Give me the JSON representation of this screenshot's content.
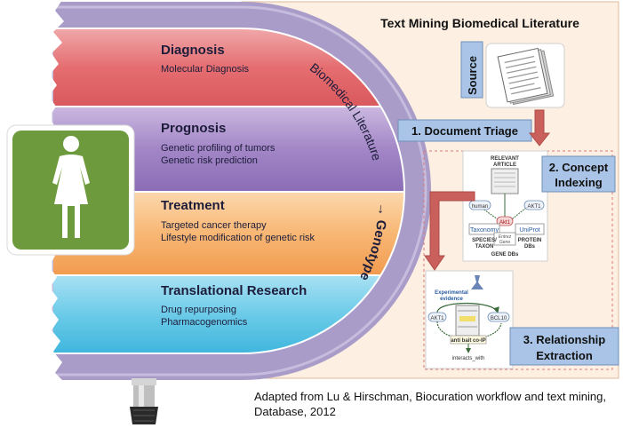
{
  "title": "Text Mining Biomedical Literature",
  "arc_labels": {
    "literature": "Biomedical Literature",
    "arrow": "→",
    "genotype": "Genotype"
  },
  "bands": [
    {
      "heading": "Diagnosis",
      "lines": [
        "Molecular Diagnosis"
      ],
      "color": "#e36b6e"
    },
    {
      "heading": "Prognosis",
      "lines": [
        "Genetic profiling of tumors",
        "Genetic risk prediction"
      ],
      "color": "#9c7fc0"
    },
    {
      "heading": "Treatment",
      "lines": [
        "Targeted cancer therapy",
        "Lifestyle modification of genetic risk"
      ],
      "color": "#f7b06a"
    },
    {
      "heading": "Translational Research",
      "lines": [
        "Drug repurposing",
        "Pharmacogenomics"
      ],
      "color": "#5cc4e4"
    }
  ],
  "workflow": {
    "source_label": "Source",
    "step1": "1. Document Triage",
    "step2_line1": "2. Concept",
    "step2_line2": "Indexing",
    "step3_line1": "3. Relationship",
    "step3_line2": "Extraction"
  },
  "indexing_figure": {
    "header_line1": "RELEVANT",
    "header_line2": "ARTICLE",
    "node_human": "human",
    "node_akt1": "AKT1",
    "node_akt1_center": "Akt1",
    "taxonomy": "Taxonomy",
    "uniprot": "UniProt",
    "entrez_line1": "Entrez",
    "entrez_line2": "Gene",
    "species_line1": "SPECIES/",
    "species_line2": "TAXON",
    "protein_line1": "PROTEIN",
    "protein_line2": "DBs",
    "gene_dbs": "GENE DBs"
  },
  "relationship_figure": {
    "evidence_line1": "Experimental",
    "evidence_line2": "evidence",
    "node_akt1": "AKT1",
    "node_bcl10": "BCL10",
    "method": "anti bait co-IP",
    "relation": "interacts_with"
  },
  "caption_line1": "Adapted from Lu & Hirschman, Biocuration workflow and text mining,",
  "caption_line2": "Database, 2012",
  "colors": {
    "arc": "#a99cc9",
    "panel_bg": "#fdf0e3",
    "person_tile": "#6d9a3c",
    "step_box": "#a9c4e6",
    "arrow": "#c9605c"
  },
  "icons": [
    "female-person-icon",
    "stacked-documents-icon",
    "microscope-drill-icon"
  ]
}
